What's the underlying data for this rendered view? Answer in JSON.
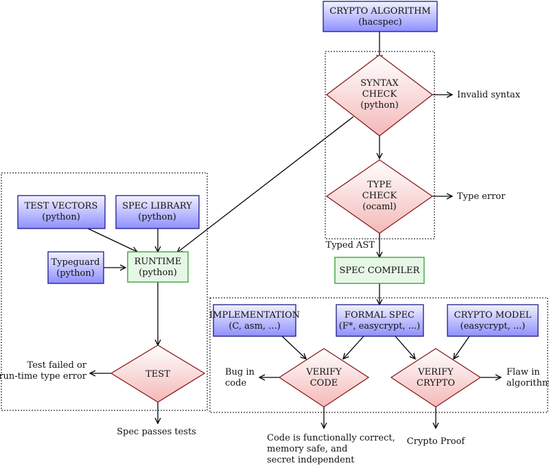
{
  "nodes": {
    "crypto_algorithm": [
      "CRYPTO ALGORITHM",
      "(hacspec)"
    ],
    "syntax_check": [
      "SYNTAX",
      "CHECK",
      "(python)"
    ],
    "type_check": [
      "TYPE",
      "CHECK",
      "(ocaml)"
    ],
    "spec_compiler": [
      "SPEC COMPILER"
    ],
    "test_vectors": [
      "TEST VECTORS",
      "(python)"
    ],
    "spec_library": [
      "SPEC LIBRARY",
      "(python)"
    ],
    "typeguard": [
      "Typeguard",
      "(python)"
    ],
    "runtime": [
      "RUNTIME",
      "(python)"
    ],
    "test": [
      "TEST"
    ],
    "implementation": [
      "IMPLEMENTATION",
      "(C, asm, ...)"
    ],
    "formal_spec": [
      "FORMAL SPEC",
      "(F*, easycrypt, ...)"
    ],
    "crypto_model": [
      "CRYPTO MODEL",
      "(easycrypt, ...)"
    ],
    "verify_code": [
      "VERIFY",
      "CODE"
    ],
    "verify_crypto": [
      "VERIFY",
      "CRYPTO"
    ]
  },
  "labels": {
    "invalid_syntax": [
      "Invalid syntax"
    ],
    "type_error": [
      "Type error"
    ],
    "typed_ast": [
      "Typed AST"
    ],
    "test_failed": [
      "Test failed or",
      "run-time type error"
    ],
    "spec_passes": [
      "Spec passes tests"
    ],
    "bug_in_code": [
      "Bug in",
      "code"
    ],
    "code_correct": [
      "Code is functionally correct,",
      "memory safe, and",
      "secret independent"
    ],
    "crypto_proof": [
      "Crypto Proof"
    ],
    "flaw": [
      "Flaw in",
      "algorithm"
    ]
  },
  "colors": {
    "blue_top": "#f2f2ff",
    "blue_bottom": "#8f8fff",
    "blue_stroke": "#1a1a8c",
    "red_top": "#ffffff",
    "red_bottom": "#f4b8b8",
    "red_stroke": "#8b1a1a",
    "green_fill": "#e6f7e6",
    "green_stroke": "#2e9e2e"
  }
}
